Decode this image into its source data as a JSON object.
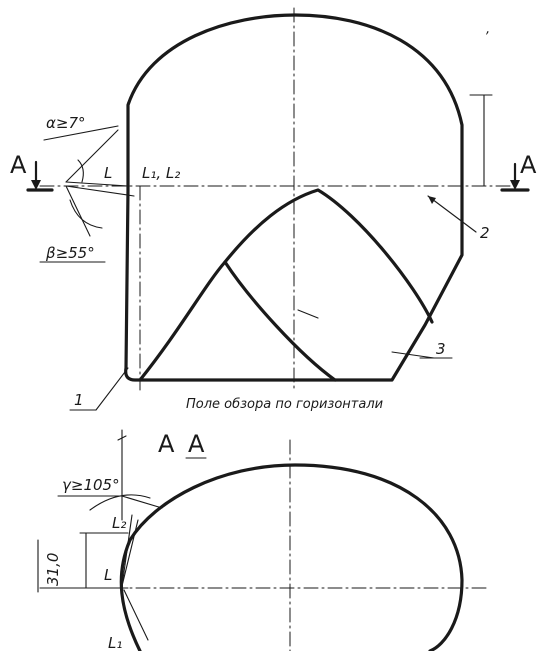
{
  "view_top": {
    "angle_alpha": "α≥7°",
    "angle_beta": "β≥55°",
    "labels_l1_l2": "L₁, L₂",
    "label_l": "L",
    "section_mark_left": "A",
    "section_mark_right": "A",
    "callout_1": "1",
    "callout_2": "2",
    "callout_3": "3",
    "caption": "Поле обзора по горизонтали"
  },
  "view_section": {
    "title_a": "A",
    "title_a2": "A",
    "angle_gamma": "γ≥105°",
    "dim_value": "31,0",
    "label_l": "L",
    "label_l2": "L₂",
    "label_l1": "L₁"
  }
}
